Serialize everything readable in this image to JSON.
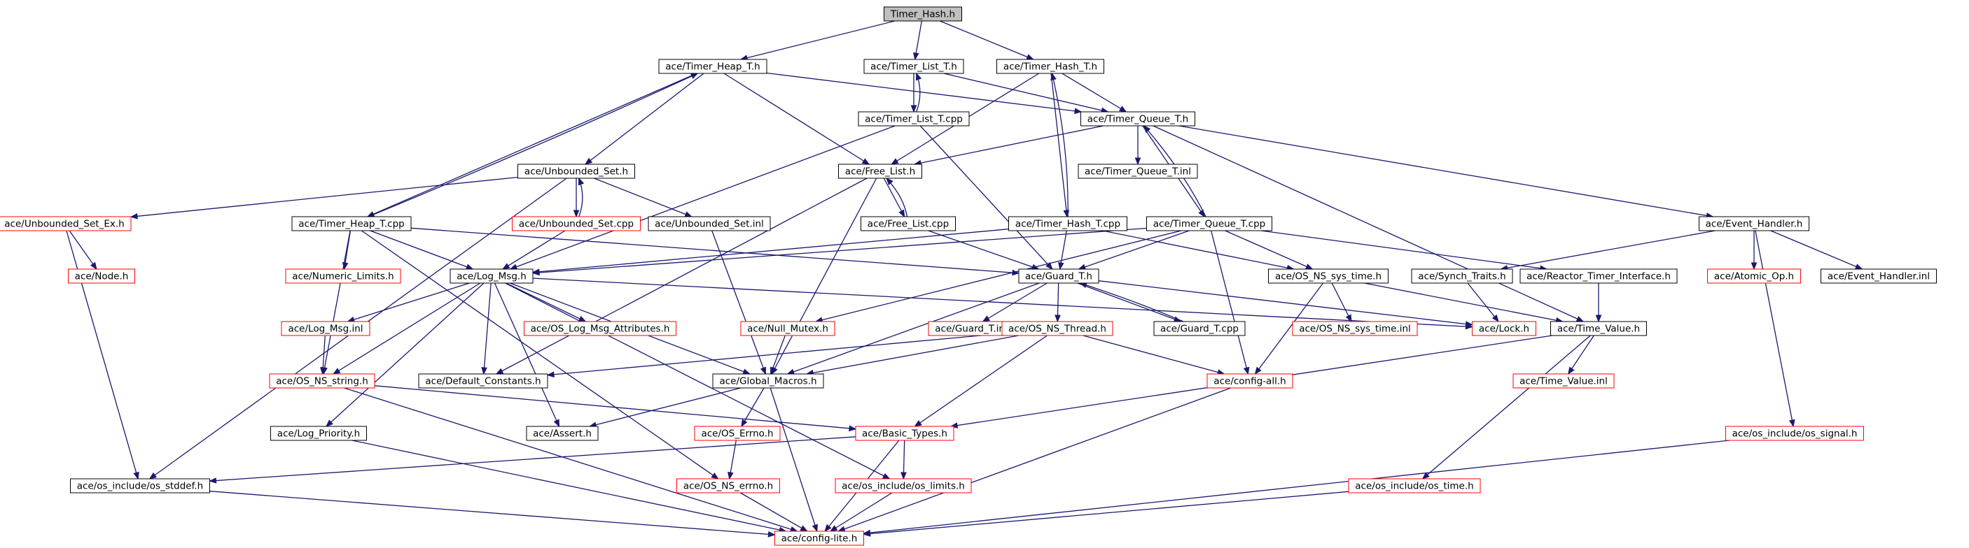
{
  "colors": {
    "edge": "#191970",
    "root_fill": "#bfbfbf",
    "node_fill": "#ffffff",
    "normal_border": "#000000",
    "truncated_border": "#ff0000"
  },
  "nodes": [
    {
      "id": "timer_hash_h",
      "label": "Timer_Hash.h",
      "kind": "root"
    },
    {
      "id": "timer_heap_t_h",
      "label": "ace/Timer_Heap_T.h",
      "kind": "normal"
    },
    {
      "id": "timer_list_t_h",
      "label": "ace/Timer_List_T.h",
      "kind": "normal"
    },
    {
      "id": "timer_hash_t_h",
      "label": "ace/Timer_Hash_T.h",
      "kind": "normal"
    },
    {
      "id": "timer_queue_t_h",
      "label": "ace/Timer_Queue_T.h",
      "kind": "normal"
    },
    {
      "id": "timer_list_t_cpp",
      "label": "ace/Timer_List_T.cpp",
      "kind": "normal"
    },
    {
      "id": "unbounded_set_h",
      "label": "ace/Unbounded_Set.h",
      "kind": "normal"
    },
    {
      "id": "free_list_h",
      "label": "ace/Free_List.h",
      "kind": "normal"
    },
    {
      "id": "timer_queue_t_inl",
      "label": "ace/Timer_Queue_T.inl",
      "kind": "normal"
    },
    {
      "id": "unbounded_set_ex_h",
      "label": "ace/Unbounded_Set_Ex.h",
      "kind": "truncated"
    },
    {
      "id": "timer_heap_t_cpp",
      "label": "ace/Timer_Heap_T.cpp",
      "kind": "normal"
    },
    {
      "id": "unbounded_set_cpp",
      "label": "ace/Unbounded_Set.cpp",
      "kind": "truncated"
    },
    {
      "id": "unbounded_set_inl",
      "label": "ace/Unbounded_Set.inl",
      "kind": "normal"
    },
    {
      "id": "free_list_cpp",
      "label": "ace/Free_List.cpp",
      "kind": "normal"
    },
    {
      "id": "timer_hash_t_cpp",
      "label": "ace/Timer_Hash_T.cpp",
      "kind": "normal"
    },
    {
      "id": "timer_queue_t_cpp",
      "label": "ace/Timer_Queue_T.cpp",
      "kind": "normal"
    },
    {
      "id": "event_handler_h",
      "label": "ace/Event_Handler.h",
      "kind": "normal"
    },
    {
      "id": "node_h",
      "label": "ace/Node.h",
      "kind": "truncated"
    },
    {
      "id": "numeric_limits_h",
      "label": "ace/Numeric_Limits.h",
      "kind": "truncated"
    },
    {
      "id": "log_msg_h",
      "label": "ace/Log_Msg.h",
      "kind": "normal"
    },
    {
      "id": "guard_t_h",
      "label": "ace/Guard_T.h",
      "kind": "normal"
    },
    {
      "id": "os_ns_sys_time_h",
      "label": "ace/OS_NS_sys_time.h",
      "kind": "normal"
    },
    {
      "id": "synch_traits_h",
      "label": "ace/Synch_Traits.h",
      "kind": "normal"
    },
    {
      "id": "reactor_timer_interface_h",
      "label": "ace/Reactor_Timer_Interface.h",
      "kind": "normal"
    },
    {
      "id": "atomic_op_h",
      "label": "ace/Atomic_Op.h",
      "kind": "truncated"
    },
    {
      "id": "event_handler_inl",
      "label": "ace/Event_Handler.inl",
      "kind": "normal"
    },
    {
      "id": "log_msg_inl",
      "label": "ace/Log_Msg.inl",
      "kind": "truncated"
    },
    {
      "id": "os_log_msg_attributes_h",
      "label": "ace/OS_Log_Msg_Attributes.h",
      "kind": "truncated"
    },
    {
      "id": "null_mutex_h",
      "label": "ace/Null_Mutex.h",
      "kind": "truncated"
    },
    {
      "id": "guard_t_inl",
      "label": "ace/Guard_T.inl",
      "kind": "truncated"
    },
    {
      "id": "os_ns_thread_h",
      "label": "ace/OS_NS_Thread.h",
      "kind": "truncated"
    },
    {
      "id": "guard_t_cpp",
      "label": "ace/Guard_T.cpp",
      "kind": "normal"
    },
    {
      "id": "os_ns_sys_time_inl",
      "label": "ace/OS_NS_sys_time.inl",
      "kind": "truncated"
    },
    {
      "id": "lock_h",
      "label": "ace/Lock.h",
      "kind": "truncated"
    },
    {
      "id": "time_value_h",
      "label": "ace/Time_Value.h",
      "kind": "normal"
    },
    {
      "id": "os_ns_string_h",
      "label": "ace/OS_NS_string.h",
      "kind": "truncated"
    },
    {
      "id": "default_constants_h",
      "label": "ace/Default_Constants.h",
      "kind": "normal"
    },
    {
      "id": "global_macros_h",
      "label": "ace/Global_Macros.h",
      "kind": "normal"
    },
    {
      "id": "config_all_h",
      "label": "ace/config-all.h",
      "kind": "truncated"
    },
    {
      "id": "time_value_inl",
      "label": "ace/Time_Value.inl",
      "kind": "truncated"
    },
    {
      "id": "log_priority_h",
      "label": "ace/Log_Priority.h",
      "kind": "normal"
    },
    {
      "id": "assert_h",
      "label": "ace/Assert.h",
      "kind": "normal"
    },
    {
      "id": "os_errno_h",
      "label": "ace/OS_Errno.h",
      "kind": "truncated"
    },
    {
      "id": "basic_types_h",
      "label": "ace/Basic_Types.h",
      "kind": "truncated"
    },
    {
      "id": "os_signal_h",
      "label": "ace/os_include/os_signal.h",
      "kind": "truncated"
    },
    {
      "id": "os_stddef_h",
      "label": "ace/os_include/os_stddef.h",
      "kind": "normal"
    },
    {
      "id": "os_ns_errno_h",
      "label": "ace/OS_NS_errno.h",
      "kind": "truncated"
    },
    {
      "id": "os_limits_h",
      "label": "ace/os_include/os_limits.h",
      "kind": "truncated"
    },
    {
      "id": "os_time_h",
      "label": "ace/os_include/os_time.h",
      "kind": "truncated"
    },
    {
      "id": "config_lite_h",
      "label": "ace/config-lite.h",
      "kind": "truncated"
    }
  ],
  "edges": [
    [
      "timer_hash_h",
      "timer_heap_t_h"
    ],
    [
      "timer_hash_h",
      "timer_list_t_h"
    ],
    [
      "timer_hash_h",
      "timer_hash_t_h"
    ],
    [
      "timer_heap_t_h",
      "timer_queue_t_h"
    ],
    [
      "timer_heap_t_h",
      "free_list_h"
    ],
    [
      "timer_heap_t_h",
      "unbounded_set_h"
    ],
    [
      "timer_heap_t_h",
      "timer_heap_t_cpp"
    ],
    [
      "timer_list_t_h",
      "timer_queue_t_h"
    ],
    [
      "timer_list_t_h",
      "timer_list_t_cpp"
    ],
    [
      "timer_hash_t_h",
      "timer_queue_t_h"
    ],
    [
      "timer_hash_t_h",
      "free_list_h"
    ],
    [
      "timer_hash_t_h",
      "timer_hash_t_cpp"
    ],
    [
      "timer_queue_t_h",
      "free_list_h"
    ],
    [
      "timer_queue_t_h",
      "timer_queue_t_inl"
    ],
    [
      "timer_queue_t_h",
      "timer_queue_t_cpp"
    ],
    [
      "timer_queue_t_h",
      "event_handler_h"
    ],
    [
      "timer_queue_t_h",
      "time_value_h"
    ],
    [
      "timer_list_t_cpp",
      "timer_list_t_h"
    ],
    [
      "timer_list_t_cpp",
      "guard_t_h"
    ],
    [
      "timer_list_t_cpp",
      "log_msg_h"
    ],
    [
      "unbounded_set_h",
      "unbounded_set_ex_h"
    ],
    [
      "unbounded_set_h",
      "unbounded_set_cpp"
    ],
    [
      "unbounded_set_h",
      "unbounded_set_inl"
    ],
    [
      "unbounded_set_h",
      "os_stddef_h"
    ],
    [
      "free_list_h",
      "free_list_cpp"
    ],
    [
      "free_list_h",
      "global_macros_h"
    ],
    [
      "free_list_h",
      "default_constants_h"
    ],
    [
      "unbounded_set_ex_h",
      "node_h"
    ],
    [
      "unbounded_set_ex_h",
      "os_stddef_h"
    ],
    [
      "timer_heap_t_cpp",
      "timer_heap_t_h"
    ],
    [
      "timer_heap_t_cpp",
      "numeric_limits_h"
    ],
    [
      "timer_heap_t_cpp",
      "log_msg_h"
    ],
    [
      "timer_heap_t_cpp",
      "guard_t_h"
    ],
    [
      "timer_heap_t_cpp",
      "os_ns_string_h"
    ],
    [
      "timer_heap_t_cpp",
      "os_ns_errno_h"
    ],
    [
      "unbounded_set_cpp",
      "unbounded_set_h"
    ],
    [
      "unbounded_set_cpp",
      "log_msg_h"
    ],
    [
      "unbounded_set_inl",
      "global_macros_h"
    ],
    [
      "free_list_cpp",
      "free_list_h"
    ],
    [
      "free_list_cpp",
      "guard_t_h"
    ],
    [
      "timer_hash_t_cpp",
      "timer_hash_t_h"
    ],
    [
      "timer_hash_t_cpp",
      "guard_t_h"
    ],
    [
      "timer_hash_t_cpp",
      "log_msg_h"
    ],
    [
      "timer_hash_t_cpp",
      "os_ns_sys_time_h"
    ],
    [
      "timer_queue_t_cpp",
      "timer_queue_t_h"
    ],
    [
      "timer_queue_t_cpp",
      "guard_t_h"
    ],
    [
      "timer_queue_t_cpp",
      "log_msg_h"
    ],
    [
      "timer_queue_t_cpp",
      "reactor_timer_interface_h"
    ],
    [
      "timer_queue_t_cpp",
      "null_mutex_h"
    ],
    [
      "timer_queue_t_cpp",
      "os_ns_sys_time_h"
    ],
    [
      "timer_queue_t_cpp",
      "config_all_h"
    ],
    [
      "event_handler_h",
      "synch_traits_h"
    ],
    [
      "event_handler_h",
      "atomic_op_h"
    ],
    [
      "event_handler_h",
      "event_handler_inl"
    ],
    [
      "event_handler_h",
      "os_signal_h"
    ],
    [
      "log_msg_h",
      "log_msg_inl"
    ],
    [
      "log_msg_h",
      "os_log_msg_attributes_h"
    ],
    [
      "log_msg_h",
      "default_constants_h"
    ],
    [
      "log_msg_h",
      "global_macros_h"
    ],
    [
      "log_msg_h",
      "os_ns_string_h"
    ],
    [
      "log_msg_h",
      "log_priority_h"
    ],
    [
      "log_msg_h",
      "assert_h"
    ],
    [
      "log_msg_h",
      "os_limits_h"
    ],
    [
      "log_msg_h",
      "lock_h"
    ],
    [
      "guard_t_h",
      "guard_t_inl"
    ],
    [
      "guard_t_h",
      "os_ns_thread_h"
    ],
    [
      "guard_t_h",
      "guard_t_cpp"
    ],
    [
      "guard_t_h",
      "lock_h"
    ],
    [
      "guard_t_h",
      "global_macros_h"
    ],
    [
      "guard_t_cpp",
      "guard_t_h"
    ],
    [
      "os_ns_sys_time_h",
      "os_ns_sys_time_inl"
    ],
    [
      "os_ns_sys_time_h",
      "time_value_h"
    ],
    [
      "os_ns_sys_time_h",
      "config_all_h"
    ],
    [
      "synch_traits_h",
      "lock_h"
    ],
    [
      "reactor_timer_interface_h",
      "time_value_h"
    ],
    [
      "null_mutex_h",
      "global_macros_h"
    ],
    [
      "os_ns_thread_h",
      "global_macros_h"
    ],
    [
      "os_ns_thread_h",
      "default_constants_h"
    ],
    [
      "os_ns_thread_h",
      "config_all_h"
    ],
    [
      "os_ns_thread_h",
      "basic_types_h"
    ],
    [
      "time_value_h",
      "time_value_inl"
    ],
    [
      "time_value_h",
      "basic_types_h"
    ],
    [
      "time_value_h",
      "os_time_h"
    ],
    [
      "log_msg_inl",
      "os_ns_string_h"
    ],
    [
      "os_ns_string_h",
      "basic_types_h"
    ],
    [
      "os_ns_string_h",
      "config_lite_h"
    ],
    [
      "global_macros_h",
      "assert_h"
    ],
    [
      "global_macros_h",
      "os_errno_h"
    ],
    [
      "global_macros_h",
      "config_lite_h"
    ],
    [
      "config_all_h",
      "config_lite_h"
    ],
    [
      "log_priority_h",
      "config_lite_h"
    ],
    [
      "os_errno_h",
      "os_ns_errno_h"
    ],
    [
      "basic_types_h",
      "os_stddef_h"
    ],
    [
      "basic_types_h",
      "os_limits_h"
    ],
    [
      "basic_types_h",
      "config_lite_h"
    ],
    [
      "os_signal_h",
      "config_lite_h"
    ],
    [
      "os_stddef_h",
      "config_lite_h"
    ],
    [
      "os_ns_errno_h",
      "config_lite_h"
    ],
    [
      "os_limits_h",
      "config_lite_h"
    ],
    [
      "os_time_h",
      "config_lite_h"
    ]
  ]
}
